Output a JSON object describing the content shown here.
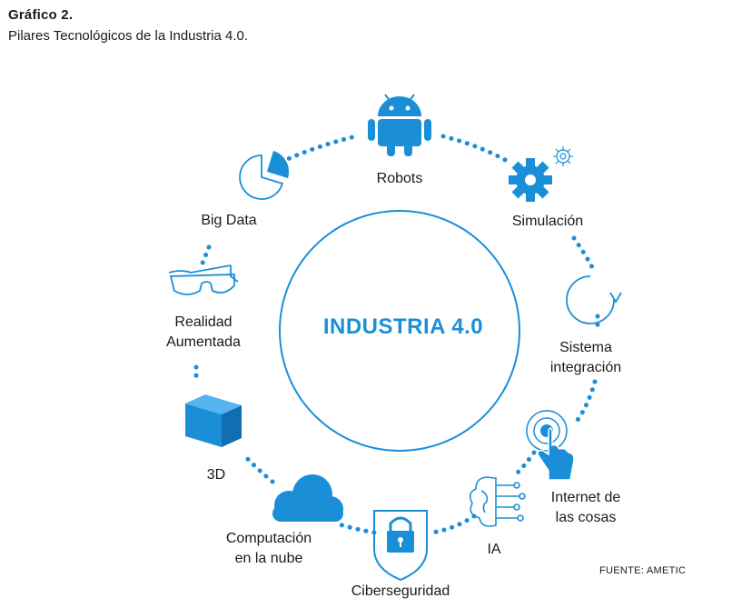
{
  "heading": {
    "title": "Gráfico 2.",
    "subtitle": "Pilares Tecnológicos de la Industria 4.0."
  },
  "center": {
    "title": "INDUSTRIA 4.0"
  },
  "colors": {
    "accent": "#1a8fd8",
    "text": "#1a1a1a"
  },
  "nodes": [
    {
      "id": "robots",
      "label": "Robots",
      "icon": "android-robot-icon"
    },
    {
      "id": "simulacion",
      "label": "Simulación",
      "icon": "gears-icon"
    },
    {
      "id": "sistema",
      "label_line1": "Sistema",
      "label_line2": "integración",
      "icon": "cycle-arrow-icon"
    },
    {
      "id": "iot",
      "label_line1": "Internet de",
      "label_line2": "las cosas",
      "icon": "touch-hand-icon"
    },
    {
      "id": "ia",
      "label": "IA",
      "icon": "brain-circuit-icon"
    },
    {
      "id": "ciber",
      "label": "Ciberseguridad",
      "icon": "shield-lock-icon"
    },
    {
      "id": "nube",
      "label_line1": "Computación",
      "label_line2": "en la nube",
      "icon": "cloud-icon"
    },
    {
      "id": "tresd",
      "label": "3D",
      "icon": "cube-icon"
    },
    {
      "id": "ra",
      "label_line1": "Realidad",
      "label_line2": "Aumentada",
      "icon": "ar-glasses-icon"
    },
    {
      "id": "bigdata",
      "label": "Big Data",
      "icon": "pie-chart-icon"
    }
  ],
  "source": "FUENTE: AMETIC"
}
